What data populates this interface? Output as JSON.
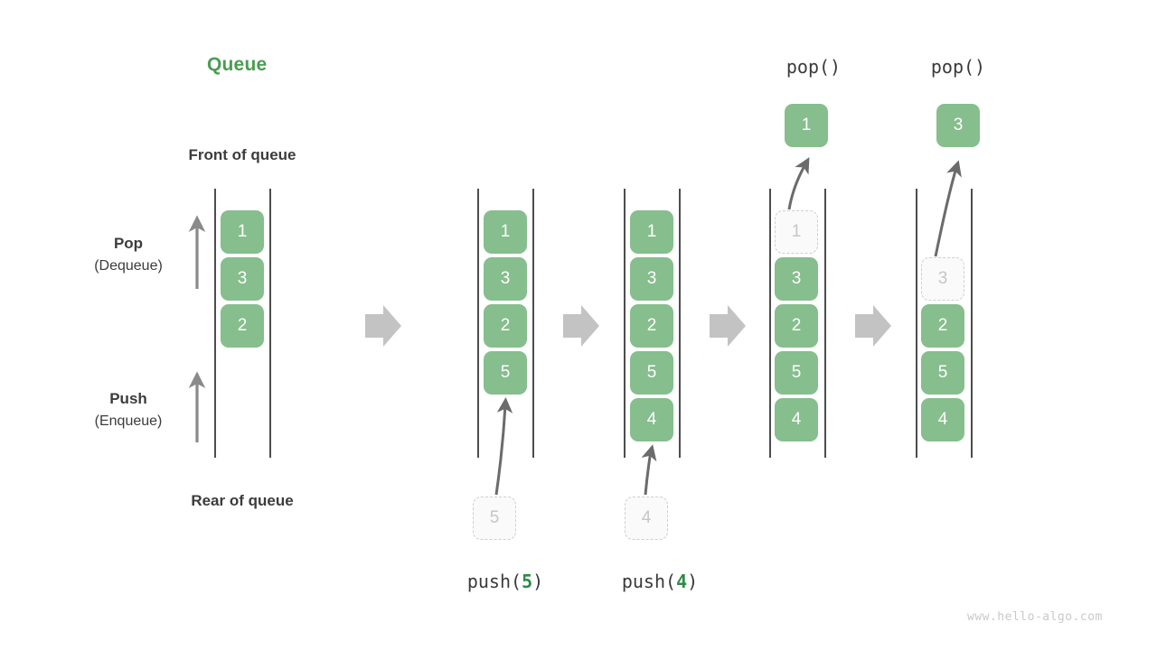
{
  "title": "Queue",
  "labels": {
    "front_of_queue": "Front of queue",
    "rear_of_queue": "Rear of queue",
    "pop_title": "Pop",
    "pop_sub": "(Dequeue)",
    "push_title": "Push",
    "push_sub": "(Enqueue)"
  },
  "colors": {
    "accent_green": "#4A9C52",
    "cell_green": "#86BE8D",
    "cell_text": "#ffffff",
    "rail": "#4d4d4d",
    "ghost_border": "#cfcfcf",
    "ghost_text": "#c6c6c6",
    "arrow_gray": "#bfbfbf",
    "curve_arrow": "#595959",
    "text_dark": "#3c3c3c",
    "watermark": "#c9c9c9"
  },
  "columns": [
    {
      "id": "initial",
      "caption": "",
      "caption_prefix": "",
      "caption_value": "",
      "caption_suffix": "",
      "op_title": "",
      "cells": [
        "1",
        "3",
        "2"
      ],
      "ghost_top": null,
      "ghost_bottom": null,
      "popped": null
    },
    {
      "id": "push-5",
      "caption_prefix": "push(",
      "caption_value": "5",
      "caption_suffix": ")",
      "op_title": "",
      "cells": [
        "1",
        "3",
        "2",
        "5"
      ],
      "ghost_top": null,
      "ghost_bottom": "5",
      "popped": null
    },
    {
      "id": "push-4",
      "caption_prefix": "push(",
      "caption_value": "4",
      "caption_suffix": ")",
      "op_title": "",
      "cells": [
        "1",
        "3",
        "2",
        "5",
        "4"
      ],
      "ghost_top": null,
      "ghost_bottom": "4",
      "popped": null
    },
    {
      "id": "pop-1",
      "caption_prefix": "",
      "caption_value": "",
      "caption_suffix": "",
      "op_title": "pop()",
      "cells": [
        "3",
        "2",
        "5",
        "4"
      ],
      "ghost_top": "1",
      "ghost_bottom": null,
      "popped": "1"
    },
    {
      "id": "pop-3",
      "caption_prefix": "",
      "caption_value": "",
      "caption_suffix": "",
      "op_title": "pop()",
      "cells": [
        "2",
        "5",
        "4"
      ],
      "ghost_top": "3",
      "ghost_bottom": null,
      "popped": "3"
    }
  ],
  "step_arrows": 4,
  "watermark": "www.hello-algo.com"
}
